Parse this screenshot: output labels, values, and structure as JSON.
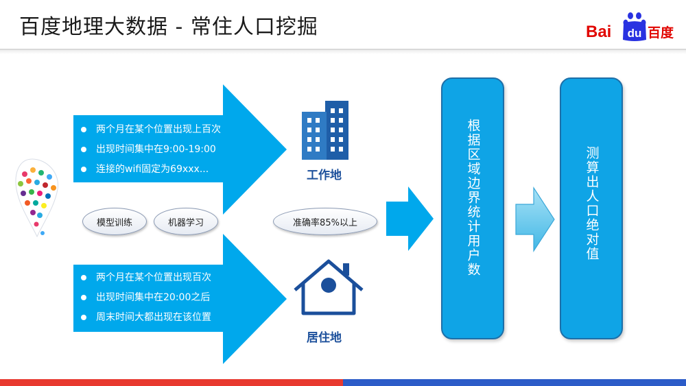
{
  "title": "百度地理大数据 - 常住人口挖掘",
  "logo": {
    "left_text": "Bai",
    "badge_text": "du",
    "right_text": "百度"
  },
  "work_block": {
    "bullets": [
      "两个月在某个位置出现上百次",
      "出现时间集中在9:00-19:00",
      "连接的wifi固定为69xxx..."
    ]
  },
  "home_block": {
    "bullets": [
      "两个月在某个位置出现百次",
      "出现时间集中在20:00之后",
      "周末时间大都出现在该位置"
    ]
  },
  "pills": {
    "model_training": "模型训练",
    "machine_learning": "机器学习",
    "accuracy": "准确率85%以上"
  },
  "work_label": "工作地",
  "home_label": "居住地",
  "box1_text": "根据区域边界统计用户数",
  "box2_text": "测算出人口绝对值",
  "colors": {
    "arrow_blue": "#00a8ec",
    "box_blue": "#0fa4e6",
    "dark_blue": "#1b4f9b",
    "footer_red": "#e8392f",
    "footer_blue": "#2c5cc8"
  }
}
